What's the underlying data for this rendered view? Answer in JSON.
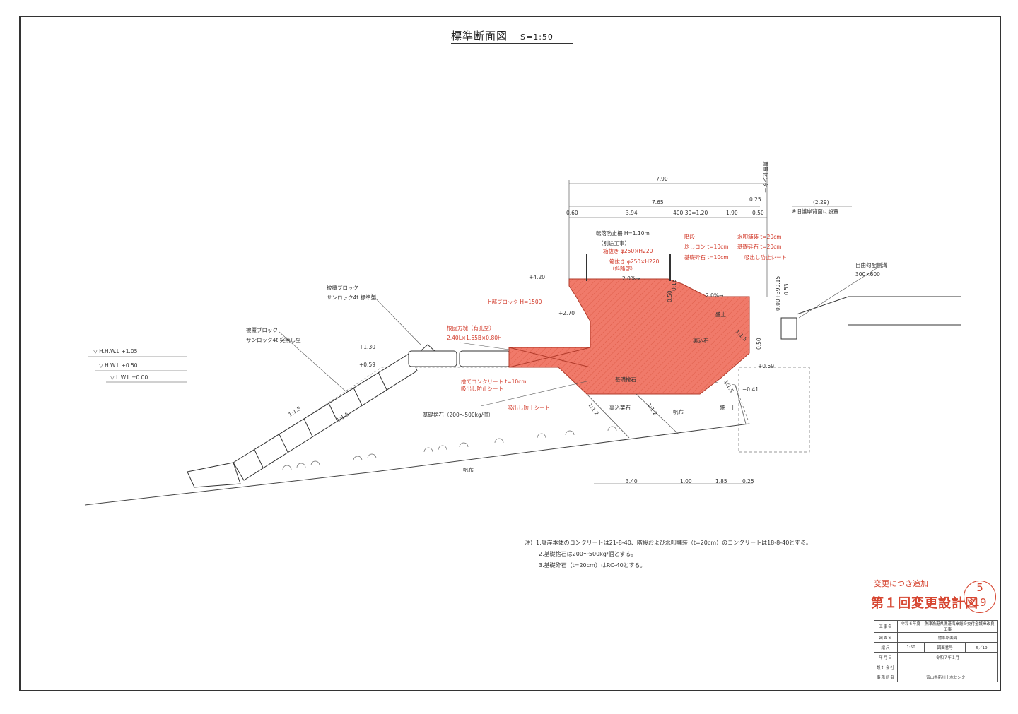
{
  "drawing": {
    "title": "標準断面図",
    "scale": "S=1:50",
    "colors": {
      "red": "#d23a2a",
      "fill": "#f07a6a",
      "line": "#333333"
    }
  },
  "water_levels": [
    {
      "label": "H.H.W.L",
      "value": "+1.05"
    },
    {
      "label": "H.W.L",
      "value": "+0.50"
    },
    {
      "label": "L.W.L",
      "value": "±0.00"
    }
  ],
  "elevations": {
    "e420": "+4.20",
    "e270": "+2.70",
    "e130": "+1.30",
    "e059a": "+0.59",
    "e059b": "+0.59",
    "e041": "−0.41"
  },
  "dims_top": {
    "d790": "7.90",
    "d025": "0.25",
    "d765": "7.65",
    "d229": "(2.29)",
    "d060": "0.60",
    "d394": "3.94",
    "d120": "400.30=1.20",
    "d190": "1.90",
    "d050": "0.50"
  },
  "dims_bottom": {
    "d340": "3.40",
    "d100": "1.00",
    "d185": "1.85",
    "d025b": "0.25"
  },
  "dims_vertical": {
    "v015": "0.15",
    "v050": "0.50",
    "v053": "0.53",
    "v0078": "0.00+390.15",
    "v050b": "0.50"
  },
  "slopes": {
    "s1": "1:1.5",
    "s2": "1:1.5",
    "s3": "1:1.2",
    "s4": "1:1.2",
    "s5": "1:1.5",
    "s6": "1:1.5"
  },
  "grades": {
    "g1": "2.0%→",
    "g2": "2.0%→"
  },
  "labels": {
    "block1_a": "被覆ブロック",
    "block1_b": "サンロック4t 標準型",
    "block2_a": "被覆ブロック",
    "block2_b": "サンロック4t 突無し型",
    "kiso_ishi": "基礎捨石（200～500kg/個）",
    "hanpu": "帆布",
    "hanpu2": "帆布",
    "urakomi_kuri": "裏込栗石",
    "urakomi_ishi": "裏込石",
    "kiso_suteishi": "基礎捨石",
    "moritsuchi": "盛　土",
    "moritsuchi2": "盛土",
    "center": "測量センター",
    "kyu_note": "※旧護岸背面に設置",
    "gutter_a": "自由勾配側溝",
    "gutter_b": "300×600",
    "fence": "転落防止柵 H=1.10m",
    "fence_note": "（別途工事）"
  },
  "red_labels": {
    "hako1": "箱抜き φ250×H220",
    "hako2": "箱抜き φ250×H220",
    "hako2b": "（斜路部）",
    "upper_block": "上部ブロック H=1500",
    "negata_a": "根固方塊（有孔型）",
    "negata_b": "2.40L×1.65B×0.80H",
    "sute_a": "捨てコンクリート t=10cm",
    "sute_b": "吸出し防止シート",
    "suidashi": "吸出し防止シート",
    "kaidan": "階段",
    "narashi": "均しコン t=10cm",
    "kiso_saiseki": "基礎砕石 t=10cm",
    "suikomi": "水叩舗装 t=20cm",
    "kiso_saiseki2": "基礎砕石 t=20cm",
    "suidashi2": "吸出し防止シート"
  },
  "notes": [
    "注）1.護岸本体のコンクリートは21-8-40、階段および水叩舗装（t=20cm）のコンクリートは18-8-40とする。",
    "2.基礎捨石は200～500kg/個とする。",
    "3.基礎砕石（t=20cm）はRC-40とする。"
  ],
  "change_stamp": {
    "line1": "変更につき追加",
    "line2": "第１回変更設計図"
  },
  "sheet_no": {
    "num": "5",
    "den": "19"
  },
  "title_block": [
    {
      "h": "工事名",
      "v": "令和６年度　魚津漁港県漁港海岸総合交付金護岸改良工事"
    },
    {
      "h": "図面名",
      "v": "標準断面図"
    },
    {
      "h": "縮尺",
      "v": "1:50",
      "h2": "図面番号",
      "v2": "5／19"
    },
    {
      "h": "年月日",
      "v": "令和７年１月"
    },
    {
      "h": "設計会社",
      "v": ""
    },
    {
      "h": "事務所名",
      "v": "富山県新川土木センター"
    }
  ]
}
